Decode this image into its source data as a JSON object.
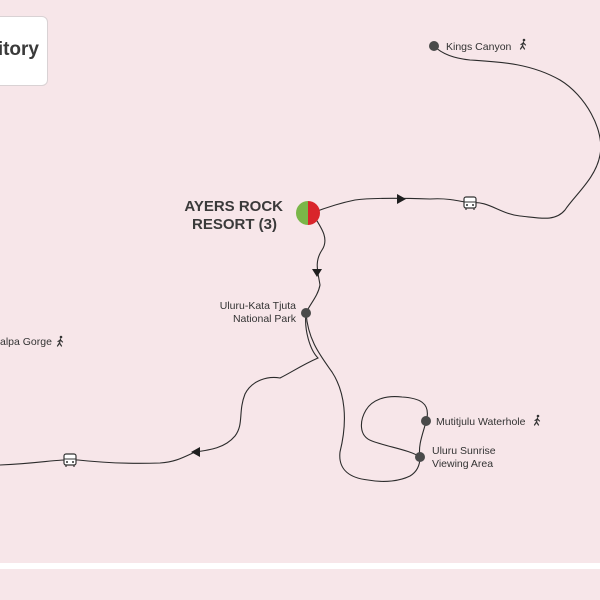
{
  "title": "itory",
  "destinations": {
    "kings_canyon": "Kings Canyon",
    "ayers_rock_line1": "AYERS ROCK",
    "ayers_rock_line2": "RESORT (3)",
    "uluru_kata_line1": "Uluru-Kata Tjuta",
    "uluru_kata_line2": "National Park",
    "standley_gorge": "alpa Gorge",
    "mutitjulu": "Mutitjulu Waterhole",
    "sunrise_line1": "Uluru Sunrise",
    "sunrise_line2": "Viewing Area"
  },
  "icons": {
    "walk": "walking-icon",
    "bus": "bus-icon"
  },
  "colors": {
    "background": "#f7e6e9",
    "route": "#2b2b2b",
    "stop": "#4a4a4a",
    "start_green": "#7ab648",
    "start_red": "#d9252b"
  }
}
